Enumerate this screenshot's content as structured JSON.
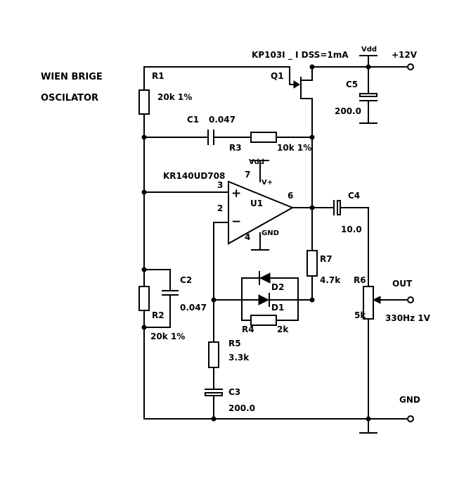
{
  "title": {
    "line1": "WIEN BRIGE",
    "line2": "OSCILATOR"
  },
  "supply": {
    "vdd": "Vdd",
    "voltage": "+12V"
  },
  "q1": {
    "ref": "Q1",
    "part": "KP103I _ I DSS=1mA"
  },
  "u1": {
    "ref": "U1",
    "part": "KR140UD708",
    "plus": "+",
    "minus": "−",
    "vplus": "V+",
    "gnd": "GND",
    "vdd": "Vdd",
    "pin7": "7",
    "pin3": "3",
    "pin2": "2",
    "pin6": "6",
    "pin4": "4"
  },
  "r1": {
    "ref": "R1",
    "value": "20k 1%"
  },
  "r2": {
    "ref": "R2",
    "value": "20k 1%"
  },
  "r3": {
    "ref": "R3",
    "value": "10k 1%"
  },
  "r4": {
    "ref": "R4",
    "value": "2k"
  },
  "r5": {
    "ref": "R5",
    "value": "3.3k"
  },
  "r6": {
    "ref": "R6",
    "value": "5k"
  },
  "r7": {
    "ref": "R7",
    "value": "4.7k"
  },
  "c1": {
    "ref": "C1",
    "value": "0.047"
  },
  "c2": {
    "ref": "C2",
    "value": "0.047"
  },
  "c3": {
    "ref": "C3",
    "value": "200.0"
  },
  "c4": {
    "ref": "C4",
    "value": "10.0"
  },
  "c5": {
    "ref": "C5",
    "value": "200.0"
  },
  "d1": {
    "ref": "D1"
  },
  "d2": {
    "ref": "D2"
  },
  "out": {
    "label": "OUT",
    "spec": "330Hz 1V"
  },
  "gnd": {
    "label": "GND"
  }
}
